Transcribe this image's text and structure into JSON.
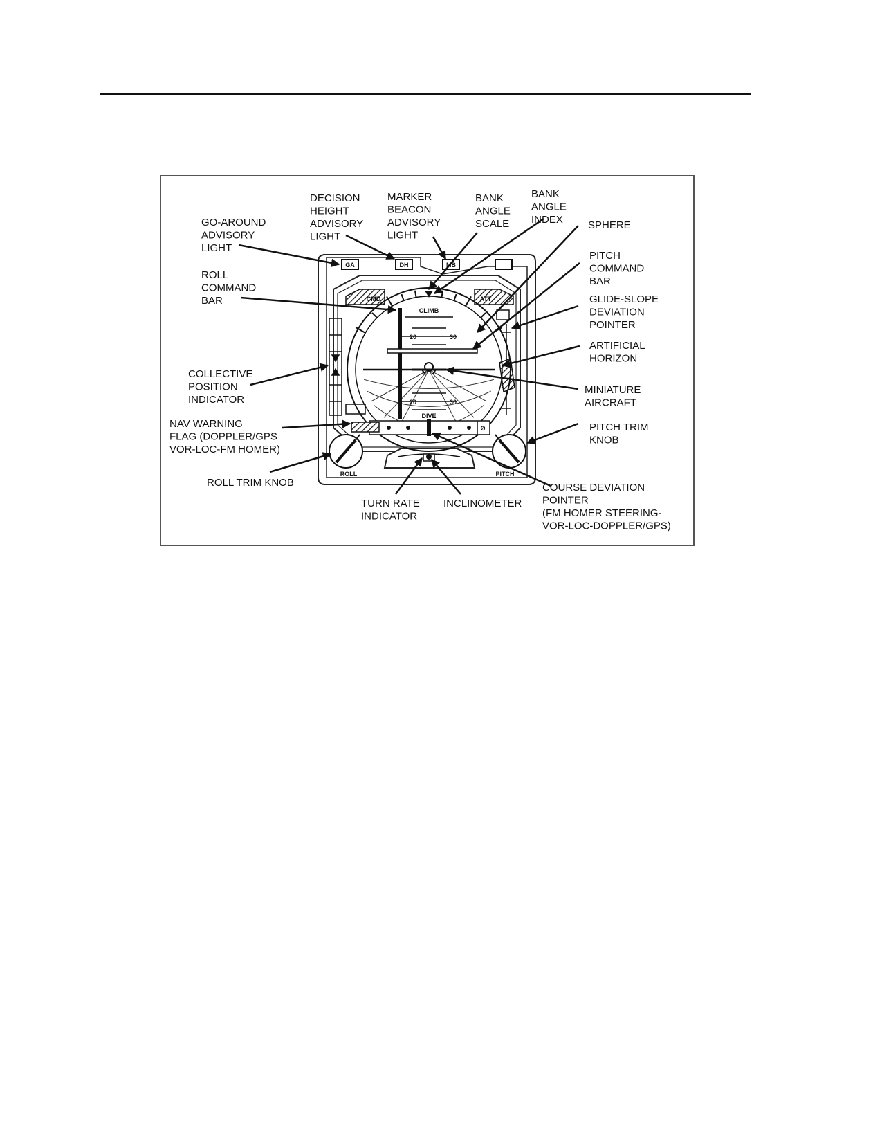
{
  "instrument_text": {
    "ga": "GA",
    "dh": "DH",
    "mb": "MB",
    "cmd": "CMD",
    "att": "ATT",
    "climb": "CLIMB",
    "dive": "DIVE",
    "pitch_20": "20",
    "pitch_30": "30",
    "roll": "ROLL",
    "pitch": "PITCH",
    "nav_null": "Ø"
  },
  "callouts": [
    {
      "id": "go-around-advisory-light",
      "lines": [
        "GO-AROUND",
        "ADVISORY",
        "LIGHT"
      ]
    },
    {
      "id": "decision-height-advisory-light",
      "lines": [
        "DECISION",
        "HEIGHT",
        "ADVISORY",
        "LIGHT"
      ]
    },
    {
      "id": "marker-beacon-advisory-light",
      "lines": [
        "MARKER",
        "BEACON",
        "ADVISORY",
        "LIGHT"
      ]
    },
    {
      "id": "bank-angle-scale",
      "lines": [
        "BANK",
        "ANGLE",
        "SCALE"
      ]
    },
    {
      "id": "bank-angle-index",
      "lines": [
        "BANK",
        "ANGLE",
        "INDEX"
      ]
    },
    {
      "id": "sphere",
      "lines": [
        "SPHERE"
      ]
    },
    {
      "id": "pitch-command-bar",
      "lines": [
        "PITCH",
        "COMMAND",
        "BAR"
      ]
    },
    {
      "id": "glide-slope-deviation-pointer",
      "lines": [
        "GLIDE-SLOPE",
        "DEVIATION",
        "POINTER"
      ]
    },
    {
      "id": "artificial-horizon",
      "lines": [
        "ARTIFICIAL",
        "HORIZON"
      ]
    },
    {
      "id": "miniature-aircraft",
      "lines": [
        "MINIATURE",
        "AIRCRAFT"
      ]
    },
    {
      "id": "pitch-trim-knob",
      "lines": [
        "PITCH TRIM",
        "KNOB"
      ]
    },
    {
      "id": "roll-command-bar",
      "lines": [
        "ROLL",
        "COMMAND",
        "BAR"
      ]
    },
    {
      "id": "collective-position-indicator",
      "lines": [
        "COLLECTIVE",
        "POSITION",
        "INDICATOR"
      ]
    },
    {
      "id": "nav-warning-flag",
      "lines": [
        "NAV WARNING",
        "FLAG (DOPPLER/GPS",
        "VOR-LOC-FM HOMER)"
      ]
    },
    {
      "id": "roll-trim-knob",
      "lines": [
        "ROLL TRIM KNOB"
      ]
    },
    {
      "id": "turn-rate-indicator",
      "lines": [
        "TURN RATE",
        "INDICATOR"
      ]
    },
    {
      "id": "inclinometer",
      "lines": [
        "INCLINOMETER"
      ]
    },
    {
      "id": "course-deviation-pointer",
      "lines": [
        "COURSE DEVIATION",
        "POINTER",
        "(FM HOMER STEERING-",
        "VOR-LOC-DOPPLER/GPS)"
      ]
    }
  ]
}
